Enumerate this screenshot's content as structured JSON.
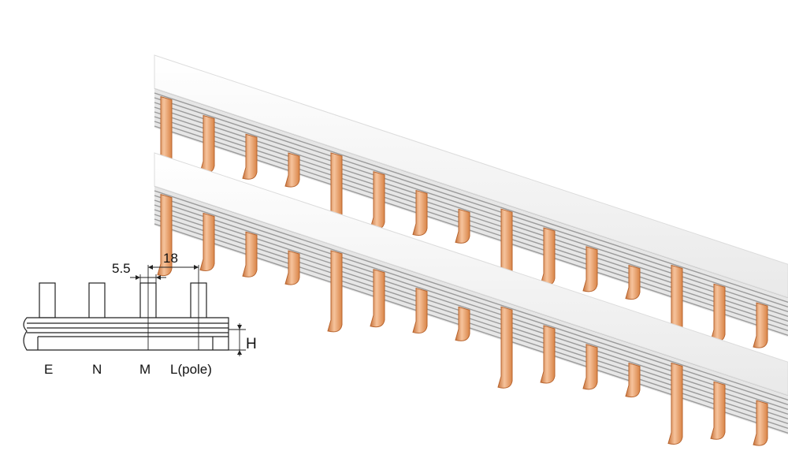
{
  "diagram": {
    "dim_pin_width": "5.5",
    "dim_pitch": "18",
    "dim_height": "H",
    "pin_labels": [
      "E",
      "N",
      "M",
      "L(pole)"
    ]
  },
  "colors": {
    "copper_light": "#f4b48a",
    "copper_mid": "#e08c55",
    "copper_dark": "#b8652f",
    "housing": "#f7f7f7",
    "conductor_line": "#9a9a9a"
  }
}
